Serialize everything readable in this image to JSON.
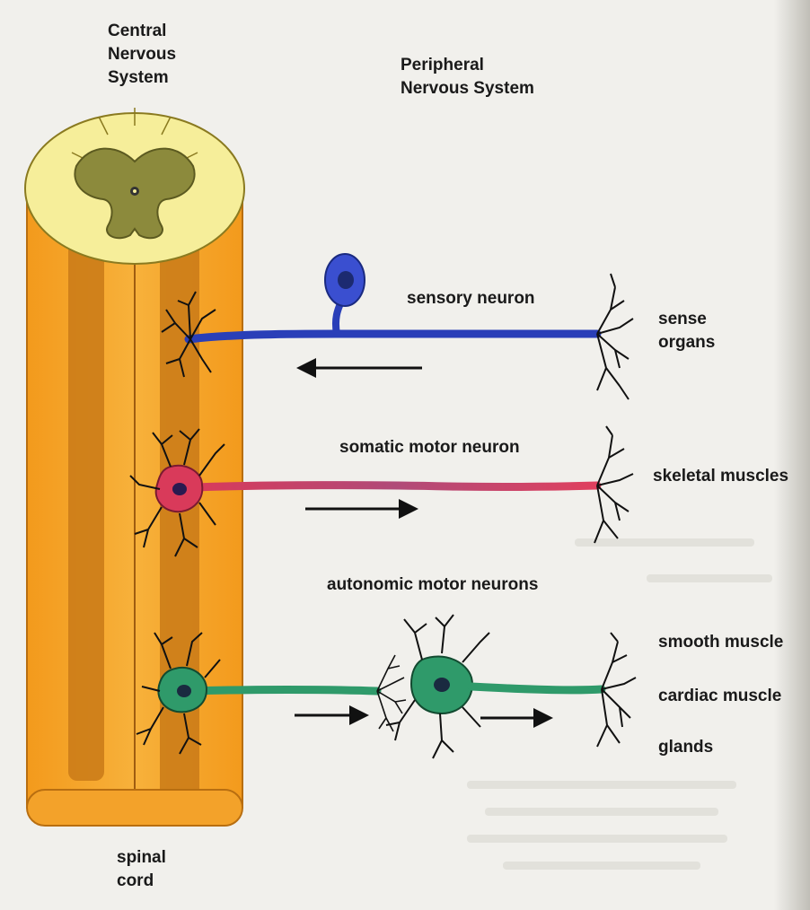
{
  "labels": {
    "cns": [
      "Central",
      "Nervous",
      "System"
    ],
    "pns": [
      "Peripheral",
      "Nervous System"
    ],
    "sensory_neuron": "sensory neuron",
    "sense_organs": [
      "sense",
      "organs"
    ],
    "somatic_motor_neuron": "somatic motor neuron",
    "skeletal_muscles": "skeletal muscles",
    "autonomic_motor_neurons": "autonomic motor neurons",
    "smooth_muscle": "smooth muscle",
    "cardiac_muscle": "cardiac muscle",
    "glands": "glands",
    "spinal_cord": [
      "spinal",
      "cord"
    ]
  },
  "colors": {
    "cord_orange": "#f5a623",
    "cord_dark_band": "#c9781a",
    "white_matter": "#f6ee9a",
    "gray_matter": "#8c8a3c",
    "sensory_blue": "#2a3fb8",
    "somatic_red": "#d93a5a",
    "autonomic_green": "#2f9a6a",
    "arrow": "#111111"
  },
  "icons": {
    "arrow_left": "arrow-left-icon",
    "arrow_right": "arrow-right-icon"
  }
}
